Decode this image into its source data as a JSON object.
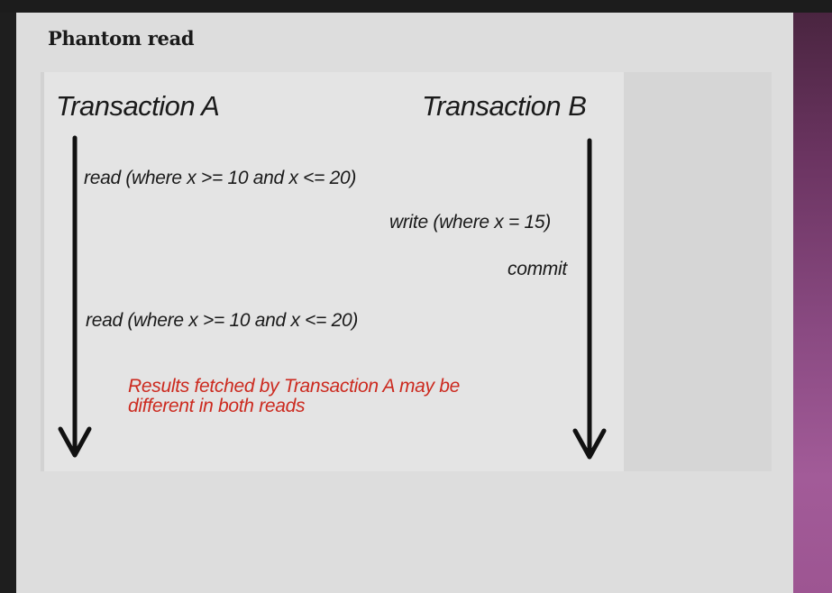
{
  "page": {
    "title": "Phantom read"
  },
  "diagram": {
    "transaction_a": {
      "label": "Transaction A"
    },
    "transaction_b": {
      "label": "Transaction B"
    },
    "steps": {
      "a_read_1": "read (where x >= 10 and x <= 20)",
      "b_write": "write (where x = 15)",
      "b_commit": "commit",
      "a_read_2": "read (where x >= 10 and x <= 20)"
    },
    "note": {
      "line1": "Results fetched by Transaction A may be",
      "line2": "different in both reads"
    }
  },
  "colors": {
    "note": "#cc2a1f",
    "text": "#1a1a1a",
    "card": "#dddddd",
    "slide": "#e4e4e4"
  }
}
